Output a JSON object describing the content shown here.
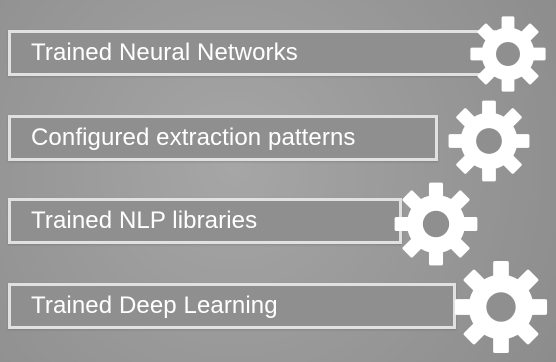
{
  "labels": [
    "Trained Neural Networks",
    "Configured extraction patterns",
    "Trained NLP libraries",
    "Trained Deep Learning"
  ],
  "icons": [
    "gear-icon",
    "gear-icon",
    "gear-icon",
    "gear-icon"
  ],
  "colors": {
    "background": "#9a9a9a",
    "box_fill": "#8f8f8f",
    "box_border": "#e1e1e1",
    "text": "#ffffff",
    "gear": "#ffffff"
  }
}
